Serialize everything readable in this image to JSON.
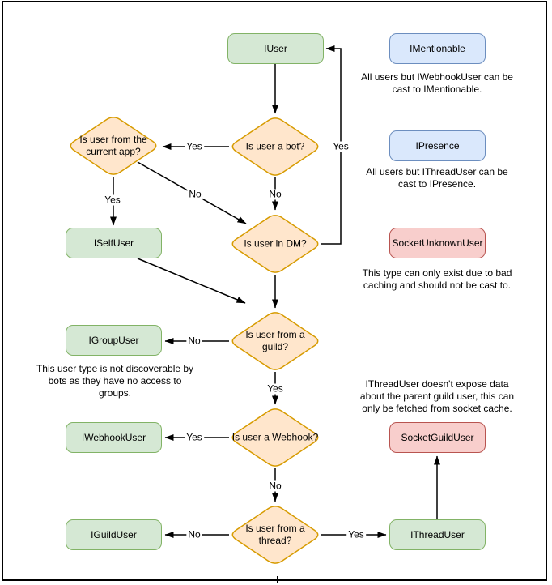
{
  "colors": {
    "interface_box_fill": "#d5e8d4",
    "interface_box_stroke": "#82b366",
    "castable_box_fill": "#dae8fc",
    "castable_box_stroke": "#6c8ebf",
    "socket_box_fill": "#f8cecc",
    "socket_box_stroke": "#b85450",
    "decision_fill": "#ffe6cc",
    "decision_stroke": "#d79b00",
    "edge_color": "#000000"
  },
  "nodes": {
    "iuser": "IUser",
    "imentionable": "IMentionable",
    "ipresence": "IPresence",
    "socket_unknown_user": "SocketUnknownUser",
    "iself_user": "ISelfUser",
    "igroup_user": "IGroupUser",
    "iwebhook_user": "IWebhookUser",
    "socket_guild_user": "SocketGuildUser",
    "iguild_user": "IGuildUser",
    "ithread_user": "IThreadUser"
  },
  "decisions": {
    "is_bot": "Is user a bot?",
    "is_current_app": "Is user from the current app?",
    "is_dm": "Is user in DM?",
    "is_guild": "Is user from a guild?",
    "is_webhook": "Is user a Webhook?",
    "is_thread": "Is user from a thread?"
  },
  "edge_labels": {
    "yes": "Yes",
    "no": "No"
  },
  "notes": {
    "mentionable": [
      "All users but IWebhookUser can be",
      "cast to IMentionable."
    ],
    "presence": [
      "All users but IThreadUser can be",
      "cast to IPresence."
    ],
    "unknown": [
      "This type can only exist due to bad",
      "caching and should not be cast to."
    ],
    "group": [
      "This user type is not discoverable by",
      "bots as they have no access to",
      "groups."
    ],
    "thread": [
      "IThreadUser doesn't expose data",
      "about the parent guild user, this can",
      "only be fetched from socket cache."
    ]
  }
}
